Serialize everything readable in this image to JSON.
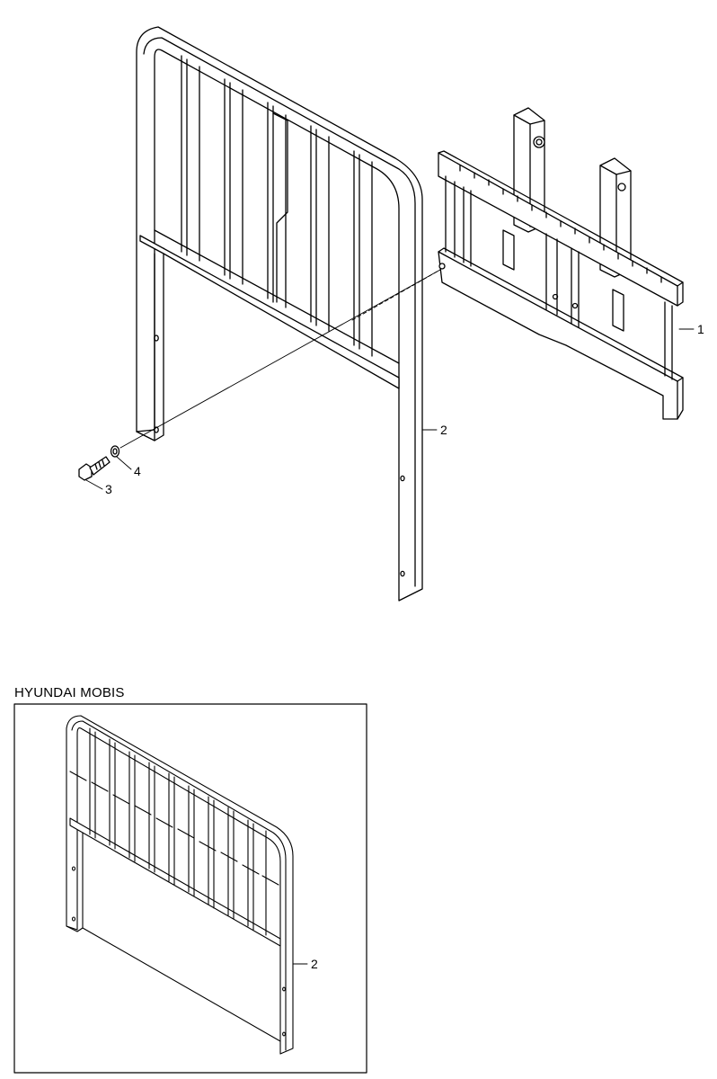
{
  "callouts": {
    "carriage": "1",
    "guard_main": "2",
    "bolt": "3",
    "washer": "4",
    "guard_inset": "2"
  },
  "inset_caption": "HYUNDAI MOBIS"
}
